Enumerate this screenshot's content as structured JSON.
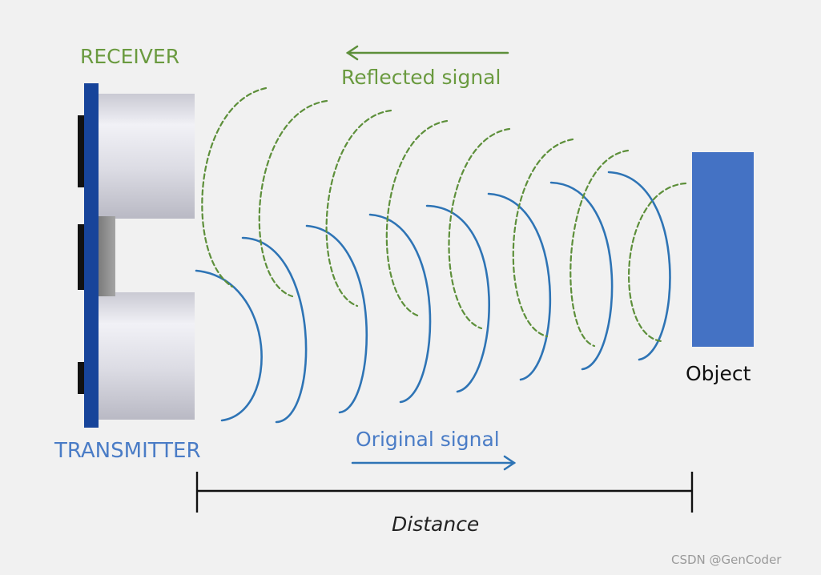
{
  "labels": {
    "receiver": "RECEIVER",
    "transmitter": "TRANSMITTER",
    "reflected_signal": "Reflected signal",
    "original_signal": "Original signal",
    "object": "Object",
    "distance": "Distance",
    "watermark": "CSDN @GenCoder"
  },
  "colors": {
    "background": "#f1f1f1",
    "sensor_board": "#17449a",
    "transducer": "#d8d8e2",
    "object": "#4472c4",
    "original_wave": "#2e74b5",
    "reflected_wave": "#5d8f3a",
    "distance_line": "#111111"
  }
}
